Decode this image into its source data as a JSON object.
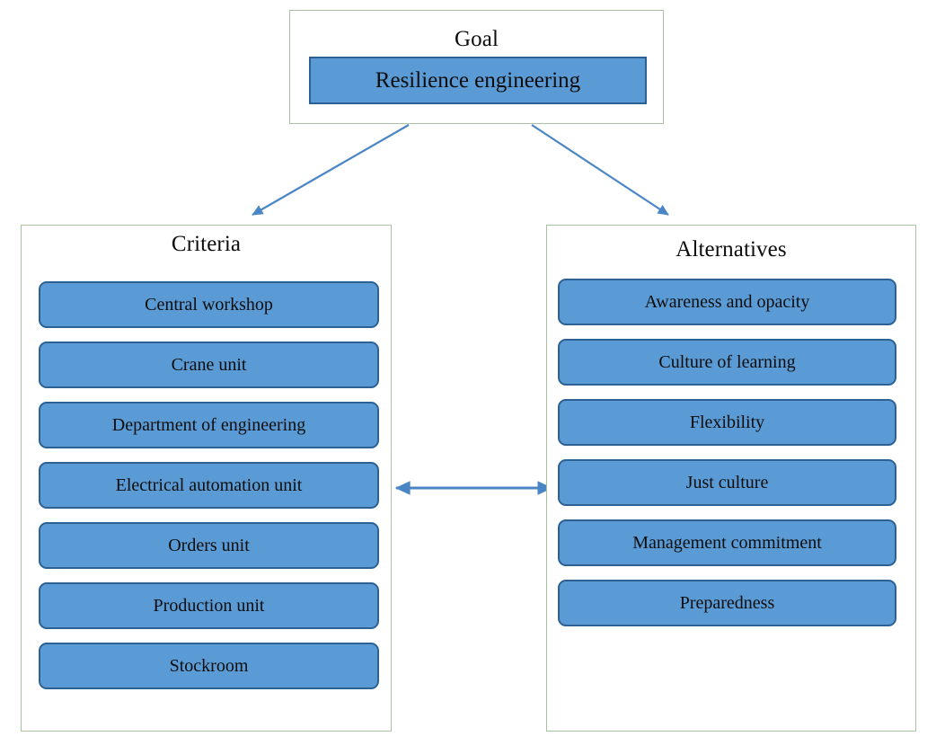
{
  "diagram": {
    "type": "ahp-hierarchy",
    "background_color": "#FFFFFF",
    "panel_border_color": "#A9C3A0",
    "node_fill_color": "#5B9BD5",
    "node_border_color": "#2E6193",
    "connector_color": "#4A86C5",
    "text_color": "#0D0D0D"
  },
  "goal": {
    "title": "Goal",
    "nodes": [
      {
        "label": "Resilience engineering"
      }
    ]
  },
  "criteria": {
    "title": "Criteria",
    "nodes": [
      {
        "label": "Central workshop"
      },
      {
        "label": "Crane unit"
      },
      {
        "label": "Department of engineering"
      },
      {
        "label": "Electrical automation unit"
      },
      {
        "label": "Orders unit"
      },
      {
        "label": "Production unit"
      },
      {
        "label": "Stockroom"
      }
    ]
  },
  "alternatives": {
    "title": "Alternatives",
    "nodes": [
      {
        "label": "Awareness and opacity"
      },
      {
        "label": "Culture of learning"
      },
      {
        "label": "Flexibility"
      },
      {
        "label": "Just culture"
      },
      {
        "label": "Management commitment"
      },
      {
        "label": "Preparedness"
      }
    ]
  },
  "connectors": [
    {
      "name": "goal-to-criteria",
      "style": "single-arrow",
      "direction": "down-left"
    },
    {
      "name": "goal-to-alternatives",
      "style": "single-arrow",
      "direction": "down-right"
    },
    {
      "name": "criteria-to-alternatives",
      "style": "double-arrow",
      "direction": "horizontal"
    }
  ]
}
